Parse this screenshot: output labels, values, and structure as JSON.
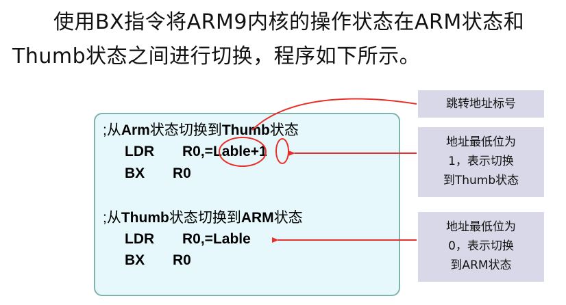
{
  "intro": {
    "line1": "使用BX指令将ARM9内核的操作状态在ARM状态和",
    "line2": "Thumb状态之间进行切换，程序如下所示。"
  },
  "code": {
    "block1": {
      "comment_prefix": ";从",
      "comment_bold1": "Arm",
      "comment_mid": "状态切换到",
      "comment_bold2": "Thumb",
      "comment_suffix": "状态",
      "ldr_instr": "LDR",
      "ldr_operand": "R0,=Lable+1",
      "bx_instr": "BX",
      "bx_operand": "R0"
    },
    "block2": {
      "comment_prefix": ";从",
      "comment_bold1": "Thumb",
      "comment_mid": "状态切换到",
      "comment_bold2": "ARM",
      "comment_suffix": "状态",
      "ldr_instr": "LDR",
      "ldr_operand": "R0,=Lable",
      "bx_instr": "BX",
      "bx_operand": "R0"
    }
  },
  "notes": {
    "jump_label": "跳转地址标号",
    "thumb_note": [
      "地址最低位为",
      "1，表示切换",
      "到Thumb状态"
    ],
    "arm_note": [
      "地址最低位为",
      "0，表示切换",
      "到ARM状态"
    ]
  },
  "colors": {
    "annotation": "#e8302a",
    "code_bg": "#e6f8fb",
    "code_border": "#7fb3ad",
    "note_bg": "#d9d8e8"
  }
}
